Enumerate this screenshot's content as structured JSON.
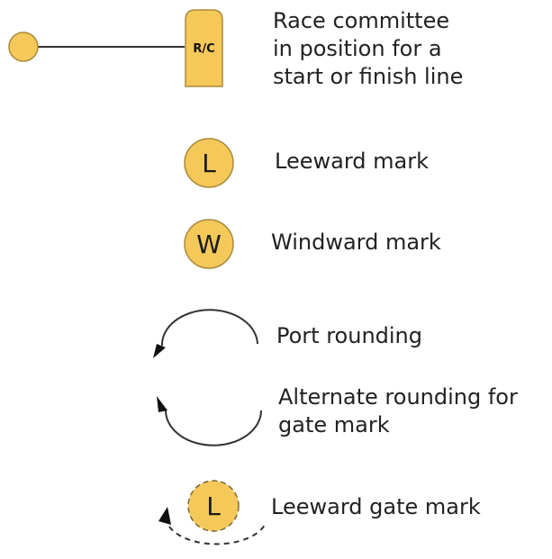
{
  "colors": {
    "mark_fill": "#f5c85a",
    "mark_stroke": "#a88a3a",
    "line": "#333333",
    "text": "#222222"
  },
  "legend": {
    "rc": {
      "icon": "race-committee-boat-icon",
      "boat_text": "R/C",
      "label_lines": [
        "Race committee",
        "in position for a",
        "start or finish line"
      ]
    },
    "leeward": {
      "icon": "leeward-mark-icon",
      "letter": "L",
      "label": "Leeward mark"
    },
    "windward": {
      "icon": "windward-mark-icon",
      "letter": "W",
      "label": "Windward mark"
    },
    "port": {
      "icon": "port-rounding-arrow-icon",
      "label": "Port rounding"
    },
    "alternate": {
      "icon": "alternate-rounding-arrow-icon",
      "label_lines": [
        "Alternate rounding for",
        "gate mark"
      ]
    },
    "gate": {
      "icon": "leeward-gate-mark-icon",
      "letter": "L",
      "label": "Leeward gate mark"
    }
  }
}
